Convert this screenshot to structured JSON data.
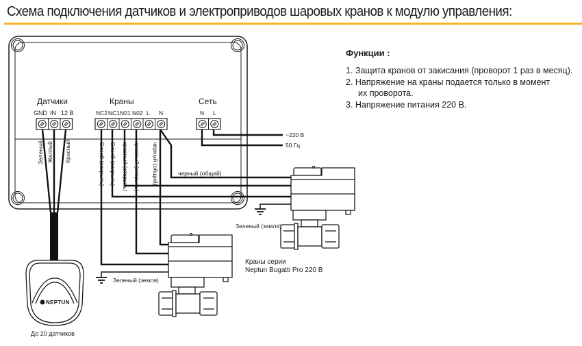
{
  "title": "Схема подключения датчиков и электроприводов шаровых кранов к модулю управления:",
  "accent_color": "#f5b324",
  "functions": {
    "heading": "Функции :",
    "items": [
      "1. Защита кранов от закисания (проворот 1 раз в месяц).",
      "2. Напряжение на краны подается только в момент",
      "их проворота.",
      "3. Напряжение питания 220 В."
    ]
  },
  "module": {
    "groups": {
      "sensors": {
        "label": "Датчики",
        "terminals": [
          "GND",
          "IN",
          "12 В"
        ]
      },
      "valves": {
        "label": "Краны",
        "terminals": [
          "NC2",
          "NC1",
          "N01",
          "N02",
          "L",
          "N"
        ]
      },
      "power": {
        "label": "Сеть",
        "terminals": [
          "N",
          "L"
        ]
      }
    }
  },
  "wires": {
    "sensor_colors": [
      "Зеленый",
      "Желтый",
      "Красный"
    ],
    "valve_wires": [
      "Синий (закрыть)",
      "Синий (закрыть)",
      "красный (открыть)",
      "красный (открыть)",
      "черный (общий)"
    ],
    "common_black": "черный (общий)",
    "ground_1": "Зеленый (земля)",
    "ground_2": "Зеленый (земля)",
    "power_l": "~220 В",
    "power_n": "50 Гц"
  },
  "valve_series": {
    "line1": "Краны серии",
    "line2": "Neptun Bugatti Pro 220 В"
  },
  "sensor": {
    "brand": "NEPTUN",
    "caption": "До 20 датчиков"
  }
}
